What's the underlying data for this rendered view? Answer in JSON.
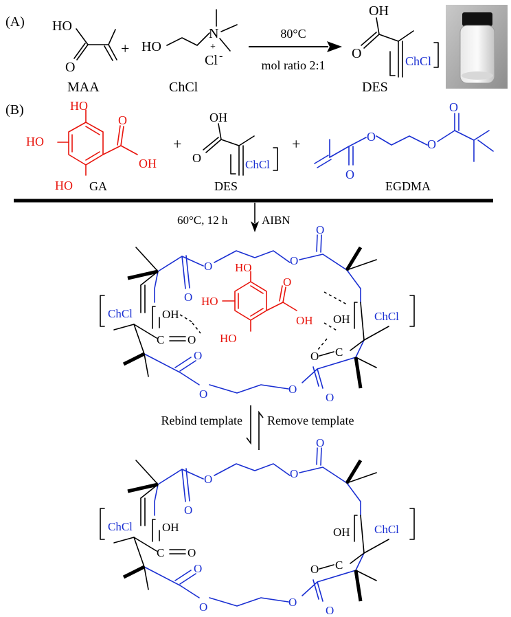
{
  "section_labels": {
    "a": "(A)",
    "b": "(B)"
  },
  "part_a": {
    "maa_oh": "HO",
    "maa_o": "O",
    "maa_label": "MAA",
    "plus": "+",
    "chcl_ho": "HO",
    "chcl_n": "N",
    "chcl_plus": "+",
    "chcl_cl": "Cl",
    "chcl_minus": "-",
    "chcl_label": "ChCl",
    "arrow_top": "80°C",
    "arrow_bottom": "mol ratio 2:1",
    "des_oh": "OH",
    "des_o": "O",
    "des_chcl": "ChCl",
    "des_label": "DES"
  },
  "part_b": {
    "ga_ho_1": "HO",
    "ga_ho_2": "HO",
    "ga_ho_3": "HO",
    "ga_o": "O",
    "ga_oh": "OH",
    "ga_label": "GA",
    "plus_1": "+",
    "des_oh": "OH",
    "des_o": "O",
    "des_chcl": "ChCl",
    "des_label": "DES",
    "plus_2": "+",
    "egdma_o1": "O",
    "egdma_o2": "O",
    "egdma_o3": "O",
    "egdma_o4": "O",
    "egdma_label": "EGDMA",
    "conditions_left": "60°C, 12 h",
    "conditions_right": "AIBN"
  },
  "polymer_complex": {
    "o_top1": "O",
    "o_top2": "O",
    "o_top3": "O",
    "o_left": "O",
    "o_bot1": "O",
    "o_bot2": "O",
    "o_bot3": "O",
    "o_bot4": "O",
    "chcl_left": "ChCl",
    "chcl_right": "ChCl",
    "oh_left": "OH",
    "c_left": "C",
    "o_left_carbonyl": "O",
    "oh_right": "OH",
    "c_right": "C",
    "o_right_carbonyl": "O",
    "ga_ho_top": "HO",
    "ga_ho_mid": "HO",
    "ga_ho_bot": "HO",
    "ga_o": "O",
    "ga_oh": "OH"
  },
  "equilibrium": {
    "left_label": "Rebind template",
    "right_label": "Remove template"
  },
  "polymer_empty": {
    "o_top1": "O",
    "o_top2": "O",
    "o_top3": "O",
    "o_left": "O",
    "o_bot1": "O",
    "o_bot2": "O",
    "o_bot3": "O",
    "o_bot4": "O",
    "chcl_left": "ChCl",
    "chcl_right": "ChCl",
    "oh_left": "OH",
    "c_left": "C",
    "o_left_carbonyl": "O",
    "oh_right": "OH",
    "c_right": "C",
    "o_right_carbonyl": "O"
  },
  "colors": {
    "black": "#000000",
    "template_red": "#e8140c",
    "crosslinker_blue": "#1a2fd2"
  },
  "photo": {
    "description_icon": "vial-photo-icon"
  }
}
